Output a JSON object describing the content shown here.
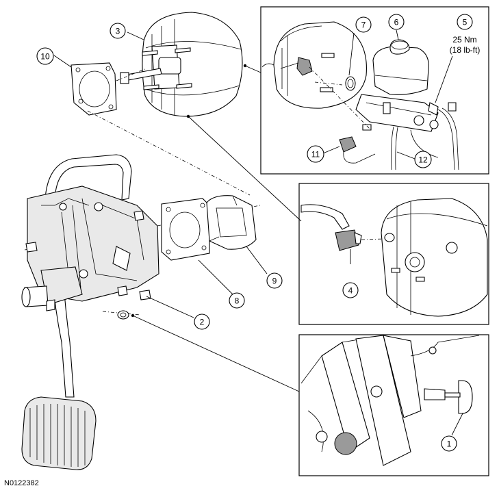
{
  "callouts": {
    "c1": "1",
    "c2": "2",
    "c3": "3",
    "c4": "4",
    "c5": "5",
    "c6": "6",
    "c7": "7",
    "c8": "8",
    "c9": "9",
    "c10": "10",
    "c11": "11",
    "c12": "12"
  },
  "torque_spec": {
    "line1": "25 Nm",
    "line2": "(18 lb-ft)"
  },
  "figure_id": "N0122382"
}
